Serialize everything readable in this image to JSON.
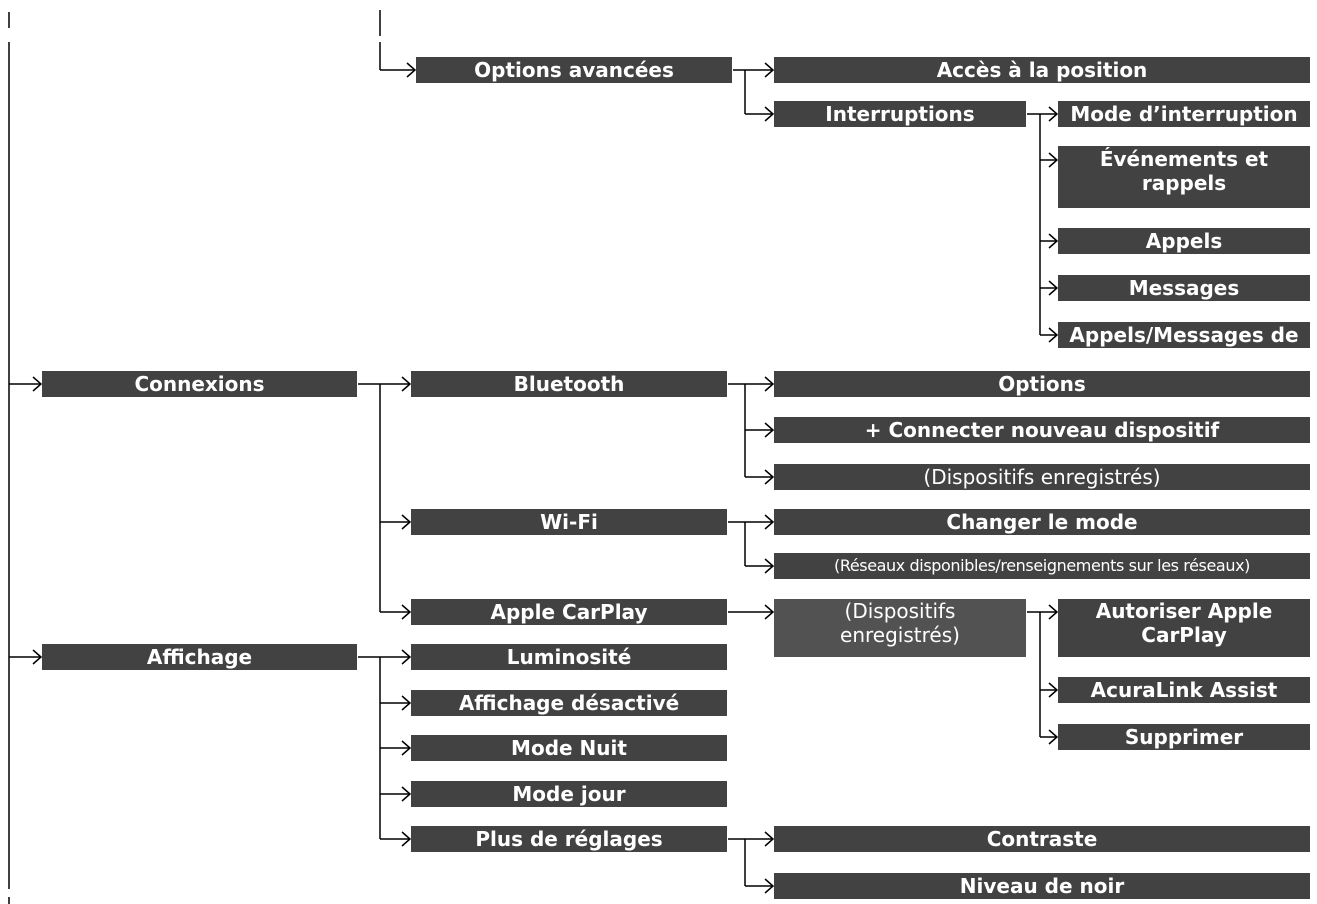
{
  "menu": {
    "options_avancees": "Options avancées",
    "acces_position": "Accès à la position",
    "interruptions": "Interruptions",
    "mode_interruption": "Mode d’interruption",
    "evenements_rappels": "Événements et rappels",
    "appels": "Appels",
    "messages": "Messages",
    "appels_messages_de": "Appels/Messages de",
    "connexions": "Connexions",
    "bluetooth": "Bluetooth",
    "options": "Options",
    "connecter_nouveau": "+ Connecter nouveau dispositif",
    "dispositifs_enregistres": "(Dispositifs enregistrés)",
    "wifi": "Wi-Fi",
    "changer_mode": "Changer le mode",
    "reseaux": "(Réseaux disponibles/renseignements sur les réseaux)",
    "apple_carplay": "Apple CarPlay",
    "carplay_dispositifs": "(Dispositifs enregistrés)",
    "autoriser_carplay": "Autoriser Apple CarPlay",
    "acuralink": "AcuraLink Assist",
    "supprimer": "Supprimer",
    "affichage": "Affichage",
    "luminosite": "Luminosité",
    "affichage_desactive": "Affichage désactivé",
    "mode_nuit": "Mode Nuit",
    "mode_jour": "Mode jour",
    "plus_reglages": "Plus de réglages",
    "contraste": "Contraste",
    "niveau_noir": "Niveau de noir"
  }
}
